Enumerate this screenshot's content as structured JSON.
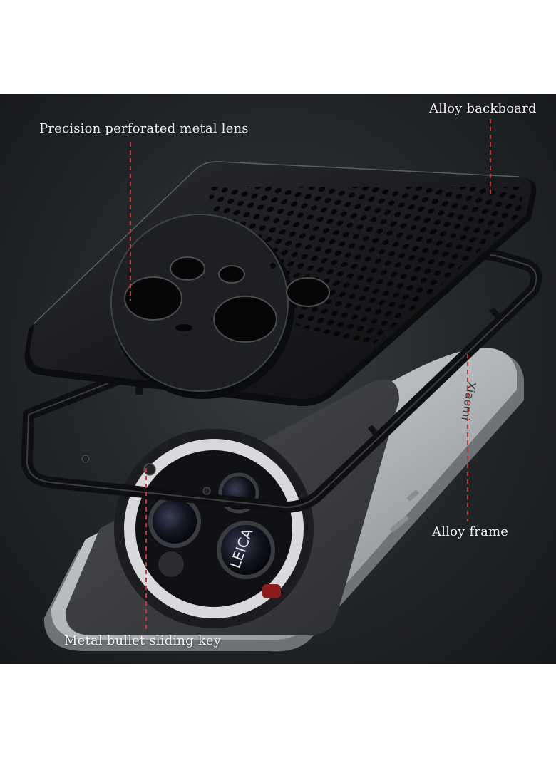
{
  "labels": {
    "lens": "Precision perforated metal lens",
    "backboard": "Alloy backboard",
    "frame": "Alloy frame",
    "sliding_key": "Metal bullet sliding key"
  },
  "phone_branding": {
    "brand_mark": "Xiaomi",
    "lens_mark": "LEICA"
  },
  "colors": {
    "background": "#1f2226",
    "metal_black": "#141518",
    "phone_silver": "#b8bcc1",
    "leader_line": "#c8352f",
    "label_text": "#f2f2f2"
  }
}
